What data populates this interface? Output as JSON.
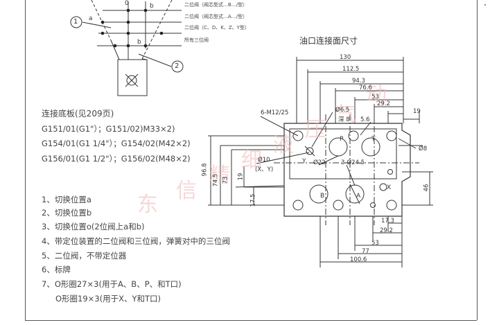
{
  "symbol": {
    "legend": [
      "二位阀（阀芯型式…B…/型）",
      "二位阀（阀芯型式…A…/型）",
      "二位阀（C、D、K、Z、Y型）",
      "所有三位阀"
    ],
    "position_letters": [
      "b",
      "a",
      "0",
      "b"
    ],
    "callouts": [
      "1",
      "2"
    ]
  },
  "port_title": "油口连接面尺寸",
  "base_plates": {
    "title": "连接底板(见209页)",
    "rows": [
      "G151/01(G1\"）；G151/02)M33×2)",
      "G154/01(G1 1/4\"）；G154/02(M42×2)",
      "G156/01(G1 1/2\"）；G156/02(M48×2)"
    ]
  },
  "notes": [
    "1、切换位置a",
    "2、切换位置b",
    "3、切换位置o(2位阀上a和b)",
    "4、带定位装置的二位阀和三位阀，弹簧对中的三位阀",
    "5、二位阀，不带定位器",
    "6、标牌",
    "7、O形圈27×3(用于A、B、P、和T口)",
    "O形圈19×3(用于X、Y和T口)"
  ],
  "dimensions": {
    "top": [
      "130",
      "112.5",
      "94.3",
      "76.6",
      "53",
      "29.2",
      "19"
    ],
    "bottom": [
      "17.3",
      "29.2",
      "53",
      "77",
      "100.6"
    ],
    "left_vertical": [
      "96.8",
      "74.5",
      "73",
      "19",
      "17.5"
    ],
    "right_vertical": [
      "46"
    ],
    "callouts": [
      "6-M12/25",
      "Ø6.5",
      "深 8",
      "5.6",
      "Ø8",
      "Ø10",
      "(X、Y)",
      "Ø22",
      "3-Ø24.5"
    ],
    "ports": [
      "Y",
      "P",
      "T",
      "X",
      "B",
      "A"
    ]
  },
  "watermark": [
    "东",
    "信",
    "精",
    "细",
    "液",
    "压",
    "气",
    "动"
  ],
  "colors": {
    "line": "#333333",
    "watermark": "#f0b8b8",
    "background": "#ffffff"
  }
}
